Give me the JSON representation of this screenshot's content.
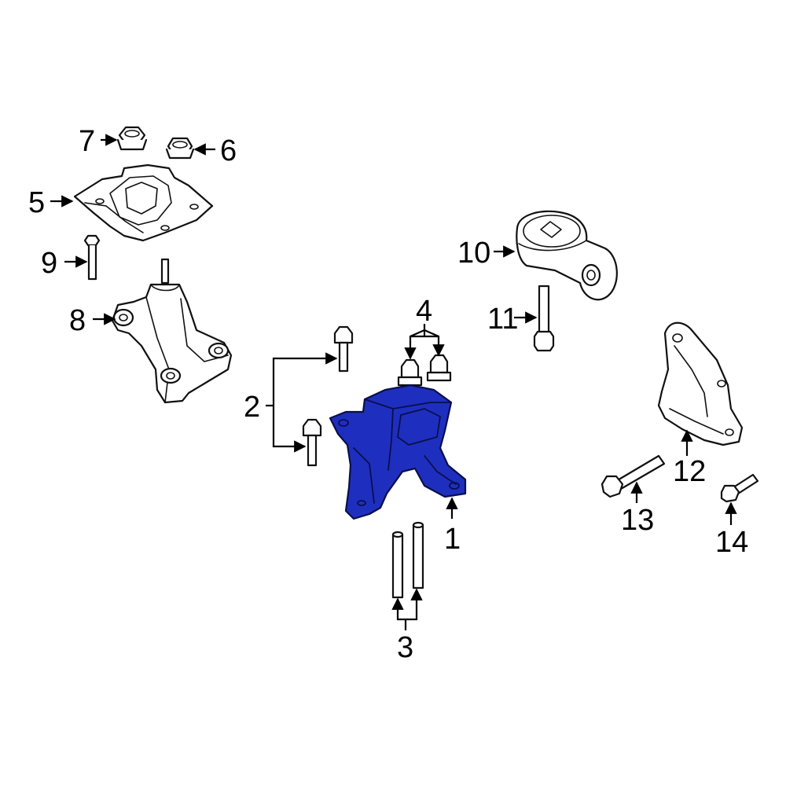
{
  "highlight_color": "#1e2fbf",
  "callouts": {
    "c1": "1",
    "c2": "2",
    "c3": "3",
    "c4": "4",
    "c5": "5",
    "c6": "6",
    "c7": "7",
    "c8": "8",
    "c9": "9",
    "c10": "10",
    "c11": "11",
    "c12": "12",
    "c13": "13",
    "c14": "14"
  },
  "highlighted_part": "1"
}
